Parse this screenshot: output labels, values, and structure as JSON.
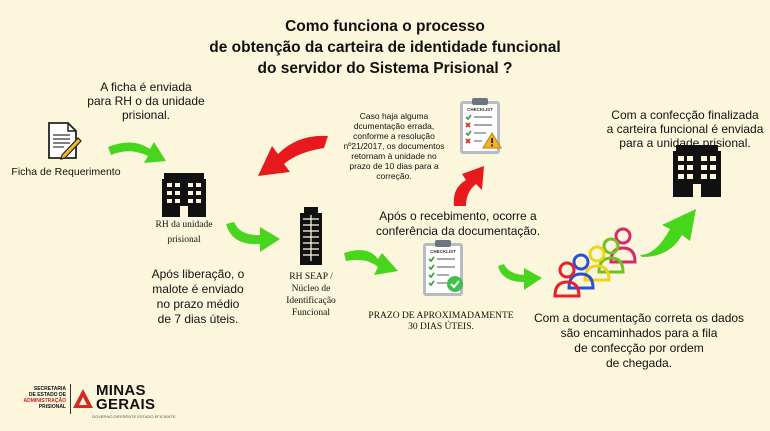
{
  "title": {
    "line1": "Como funciona o processo",
    "line2": "de obtenção  da carteira de identidade funcional",
    "line3": "do servidor do Sistema Prisional ?"
  },
  "steps": {
    "ficha_label": "Ficha de Requerimento",
    "ficha_enviada": [
      "A ficha é enviada",
      "para RH o da unidade",
      "prisional."
    ],
    "rh_unidade": [
      "RH da unidade",
      "prisional"
    ],
    "liberacao": [
      "Após liberação, o",
      "malote é enviado",
      "no prazo médio",
      "de 7 dias úteis."
    ],
    "rh_seap": [
      "RH SEAP /",
      "Núcleo de",
      "Identificação",
      "Funcional"
    ],
    "prazo": [
      "PRAZO DE APROXIMADAMENTE",
      "30 DIAS ÚTEIS."
    ],
    "erro": [
      "Caso haja alguma",
      "dcumentação errada,",
      "conforme a resolução",
      "nº21/2017, os documentos",
      "retornam à unidade no",
      "prazo de 10 dias para a correção."
    ],
    "recebimento": [
      "Após o recebimento, ocorre a",
      "conferência da documentação."
    ],
    "correta": [
      "Com a documentação correta os dados",
      "são encaminhados para a fila",
      "de confecção por ordem",
      "de chegada."
    ],
    "finalizada": [
      "Com a confecção finalizada",
      "a carteira funcional é enviada",
      "para a unidade prisional."
    ]
  },
  "checklist_label": "CHECKLIST",
  "logo": {
    "secretaria": [
      "SECRETARIA",
      "DE ESTADO DE",
      "ADMINISTRAÇÃO",
      "PRISIONAL"
    ],
    "brand_line1": "MINAS",
    "brand_line2": "GERAIS",
    "tagline": "GOVERNO  DIFERENTE  ESTADO EFICIENTE"
  },
  "colors": {
    "background": "#fbf6dc",
    "arrow_green": "#47d61c",
    "arrow_red": "#e8191c",
    "logo_red": "#d42a24",
    "person_colors": [
      "#e8202a",
      "#2a4ed8",
      "#f1d21a",
      "#6fc21f",
      "#d8286a"
    ]
  }
}
